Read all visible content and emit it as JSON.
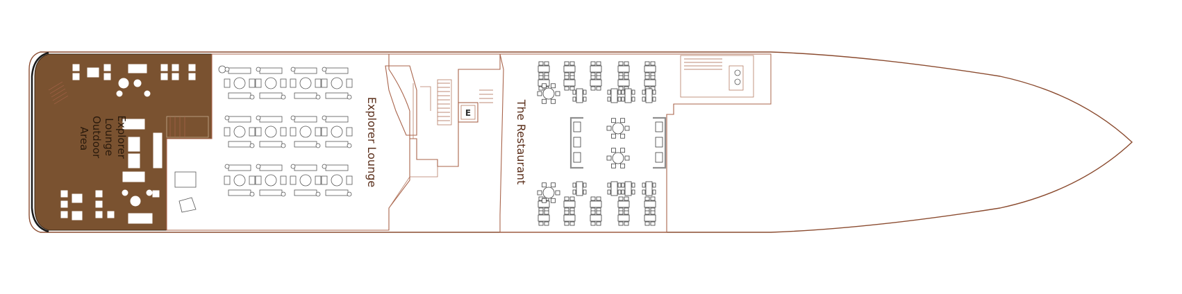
{
  "labels": {
    "outdoor_area": [
      "Explorer",
      "Lounge",
      "Outdoor",
      "Area"
    ],
    "lounge": "Explorer Lounge",
    "restaurant": "The Restaurant",
    "elevator": "E"
  },
  "colors": {
    "outdoor_deck": "#7a5230",
    "walls": "#a8634a",
    "furniture": "#555555"
  }
}
